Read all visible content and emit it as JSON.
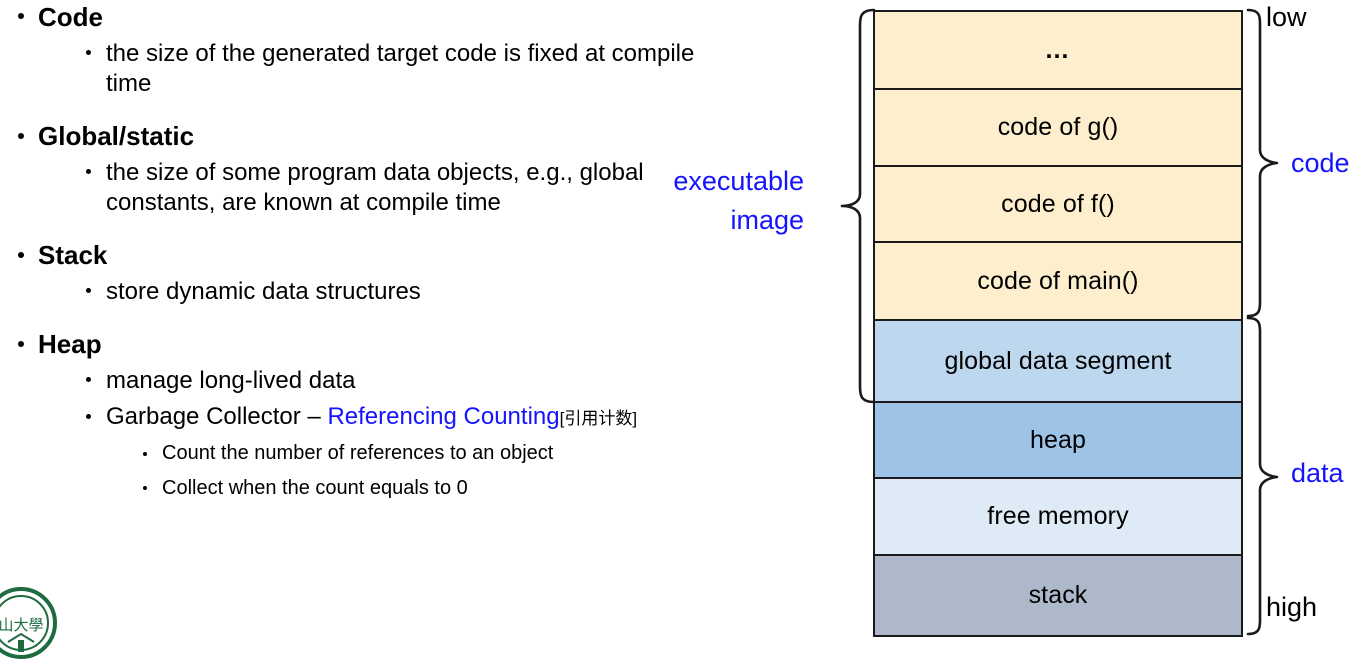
{
  "slide": {
    "outline": [
      {
        "level": 1,
        "text": "Code",
        "children": [
          {
            "level": 2,
            "text": "the size of the generated target code is fixed at compile time"
          }
        ]
      },
      {
        "level": 1,
        "text": "Global/static",
        "children": [
          {
            "level": 2,
            "text": "the size of some program data objects, e.g., global constants, are known at compile time"
          }
        ]
      },
      {
        "level": 1,
        "text": "Stack",
        "children": [
          {
            "level": 2,
            "text": "store dynamic data structures"
          }
        ]
      },
      {
        "level": 1,
        "text": "Heap",
        "children": [
          {
            "level": 2,
            "text": "manage long-lived data"
          },
          {
            "level": 2,
            "text_before": "Garbage Collector – ",
            "text_highlight": "Referencing Counting",
            "text_after": "[引用计数]",
            "children": [
              {
                "level": 3,
                "text": "Count the number of references to an object"
              },
              {
                "level": 3,
                "text": "Collect when the count equals to 0"
              }
            ]
          }
        ]
      }
    ],
    "bullet_texts": {
      "code": "Code",
      "code_sub1": "the size of the generated target code is fixed at compile time",
      "global_static": "Global/static",
      "global_sub1": "the size of some program data objects, e.g., global constants, are known at compile time",
      "stack": "Stack",
      "stack_sub1": "store dynamic data structures",
      "heap": "Heap",
      "heap_sub1": "manage long-lived data",
      "heap_sub2_before": "Garbage Collector – ",
      "heap_sub2_highlight": "Referencing Counting",
      "heap_sub2_after": "[引用计数]",
      "heap_sub2_a": "Count the number of references to an object",
      "heap_sub2_b": "Collect when the count equals to 0"
    }
  },
  "diagram": {
    "title_note": {
      "line1": "executable",
      "line2": "image"
    },
    "address_labels": {
      "low": "low",
      "high": "high"
    },
    "group_labels": {
      "code": "code",
      "data": "data"
    },
    "blocks": [
      {
        "label": "…",
        "group": "code",
        "color": "#fdeecd",
        "height": 78
      },
      {
        "label": "code of g()",
        "group": "code",
        "color": "#fdeecd",
        "height": 77
      },
      {
        "label": "code of f()",
        "group": "code",
        "color": "#fdeecd",
        "height": 76
      },
      {
        "label": "code of main()",
        "group": "code",
        "color": "#fdeecd",
        "height": 78
      },
      {
        "label": "global data segment",
        "group": "data",
        "color": "#bdd7ee",
        "height": 82
      },
      {
        "label": "heap",
        "group": "data",
        "color": "#9dc3e6",
        "height": 76
      },
      {
        "label": "free memory",
        "group": "data",
        "color": "#deeaf6",
        "height": 77
      },
      {
        "label": "stack",
        "group": "data",
        "color": "#aeb8cb",
        "height": 79
      }
    ]
  },
  "colors": {
    "accent_blue": "#1414ff",
    "code_fill": "#fdeecd",
    "global_fill": "#bdd7ee",
    "heap_fill": "#9dc3e6",
    "free_fill": "#deeaf6",
    "stack_fill": "#aeb8cb",
    "outline": "#1a1a1a",
    "logo_green": "#1d6b3f"
  },
  "logo": {
    "name": "university-seal"
  }
}
